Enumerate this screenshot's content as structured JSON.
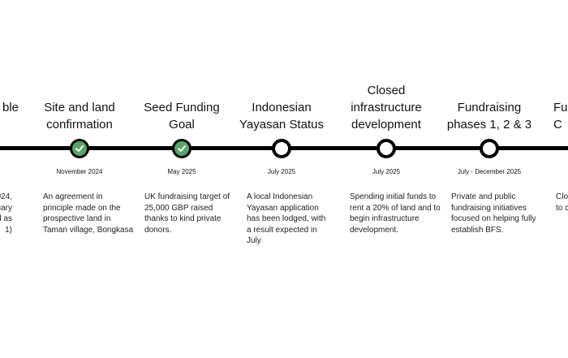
{
  "milestones": [
    {
      "title": "ble",
      "status": "partial",
      "date": "",
      "description": "024,\nuary\ned as\n1)"
    },
    {
      "title": "Site and land\nconfirmation",
      "status": "done",
      "date": "November 2024",
      "description": "An agreement in principle made on the prospective land in Taman village, Bongkasa"
    },
    {
      "title": "Seed Funding\nGoal",
      "status": "done",
      "date": "May 2025",
      "description": "UK fundraising target of 25,000 GBP raised thanks to kind private donors."
    },
    {
      "title": "Indonesian\nYayasan Status",
      "status": "open",
      "date": "July 2025",
      "description": "A local Indonesian Yayasan application has been lodged, with a result expected in July"
    },
    {
      "title": "Closed\ninfrastructure\ndevelopment",
      "status": "open",
      "date": "July 2025",
      "description": "Spending initial funds to rent a 20% of land and to begin infrastructure development."
    },
    {
      "title": "Fundraising\nphases 1, 2 & 3",
      "status": "open",
      "date": "July - December 2025",
      "description": "Private and public fundraising initiatives focused on helping fully establish BFS."
    },
    {
      "title": "Ful\nC",
      "status": "partial",
      "date": "",
      "description": "Clo\nto c"
    }
  ],
  "colors": {
    "check_fill": "#5aa469",
    "line": "#000000"
  }
}
